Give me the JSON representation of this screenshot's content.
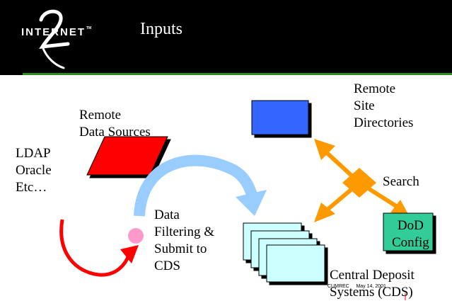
{
  "header": {
    "logo": "INTERNET2",
    "logo_word": "INTERNET",
    "logo_tm": "TM",
    "title": "Inputs"
  },
  "nodes": {
    "remote_data_sources": "Remote\nData Sources",
    "ldap": "LDAP\nOracle\nEtc…",
    "data_filtering": "Data\nFiltering &\nSubmit to\nCDS",
    "remote_site_directories": "Remote\nSite\nDirectories",
    "search": "Search",
    "dod_config": "DoD\nConfig",
    "cds": "Central Deposit\nSystems (CDS)"
  },
  "footer": "CUMREC     May 14, 2001",
  "colors": {
    "header_bg": "#000000",
    "accent_line": "#2e8b1e",
    "remote_sources_fill": "#ff0000",
    "remote_site_fill": "#3366ff",
    "search_diamond": "#ff9900",
    "dod_fill": "#33cc99",
    "cds_fill": "#ccffff",
    "filter_circle": "#ff99cc",
    "blue_arrow": "#99ccff",
    "red_arrow": "#ff0000",
    "orange_arrow": "#ff9900"
  }
}
